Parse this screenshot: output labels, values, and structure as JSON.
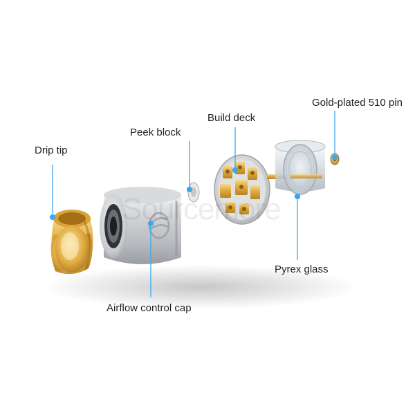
{
  "labels": {
    "drip_tip": "Drip tip",
    "peek_block": "Peek block",
    "build_deck": "Build deck",
    "gold_pin": "Gold-plated 510 pin",
    "pyrex_glass": "Pyrex glass",
    "airflow_cap": "Airflow control cap"
  },
  "watermark": "Sourcemore",
  "colors": {
    "callout": "#3aa8f0",
    "gold": "#e7b648",
    "steel": "#c7c9cc",
    "text": "#222222"
  }
}
